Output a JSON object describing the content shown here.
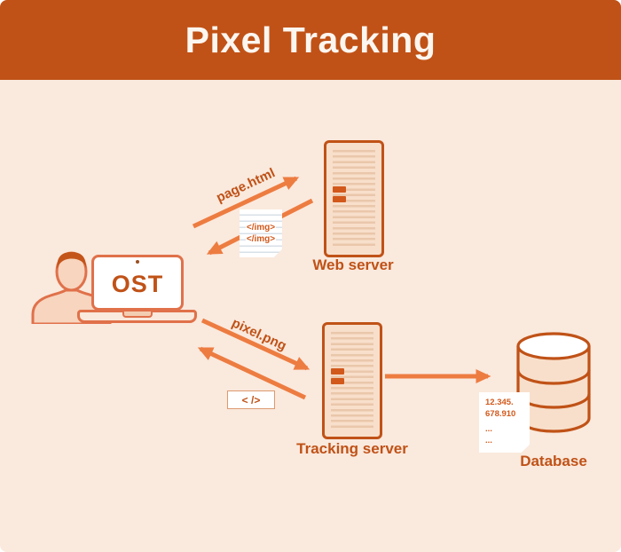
{
  "header": {
    "title": "Pixel Tracking"
  },
  "client": {
    "screen_label": "OST"
  },
  "servers": {
    "web": {
      "label": "Web server"
    },
    "tracking": {
      "label": "Tracking server"
    }
  },
  "database": {
    "label": "Database"
  },
  "flows": {
    "page_request_label": "page.html",
    "pixel_request_label": "pixel.png",
    "code_box_label": "< />"
  },
  "docs": {
    "html_snippet": {
      "lines": [
        "</img>",
        "</img>"
      ]
    },
    "db_record": {
      "lines": [
        "12.345.",
        "678.910",
        "...",
        "..."
      ]
    }
  },
  "colors": {
    "dark": "#C05217",
    "bg": "#FAE9DD",
    "accent": "#ED7C41",
    "accent2": "#D2591C",
    "outline": "#E0714A",
    "skin": "#F7D5BF",
    "hair": "#C4551A",
    "serverfill": "#F8DFCB",
    "stripe": "#EAC7AB",
    "doc-line": "#D9E0E8",
    "fold": "#E6D6C9",
    "title-color": "#FCF6F0"
  }
}
